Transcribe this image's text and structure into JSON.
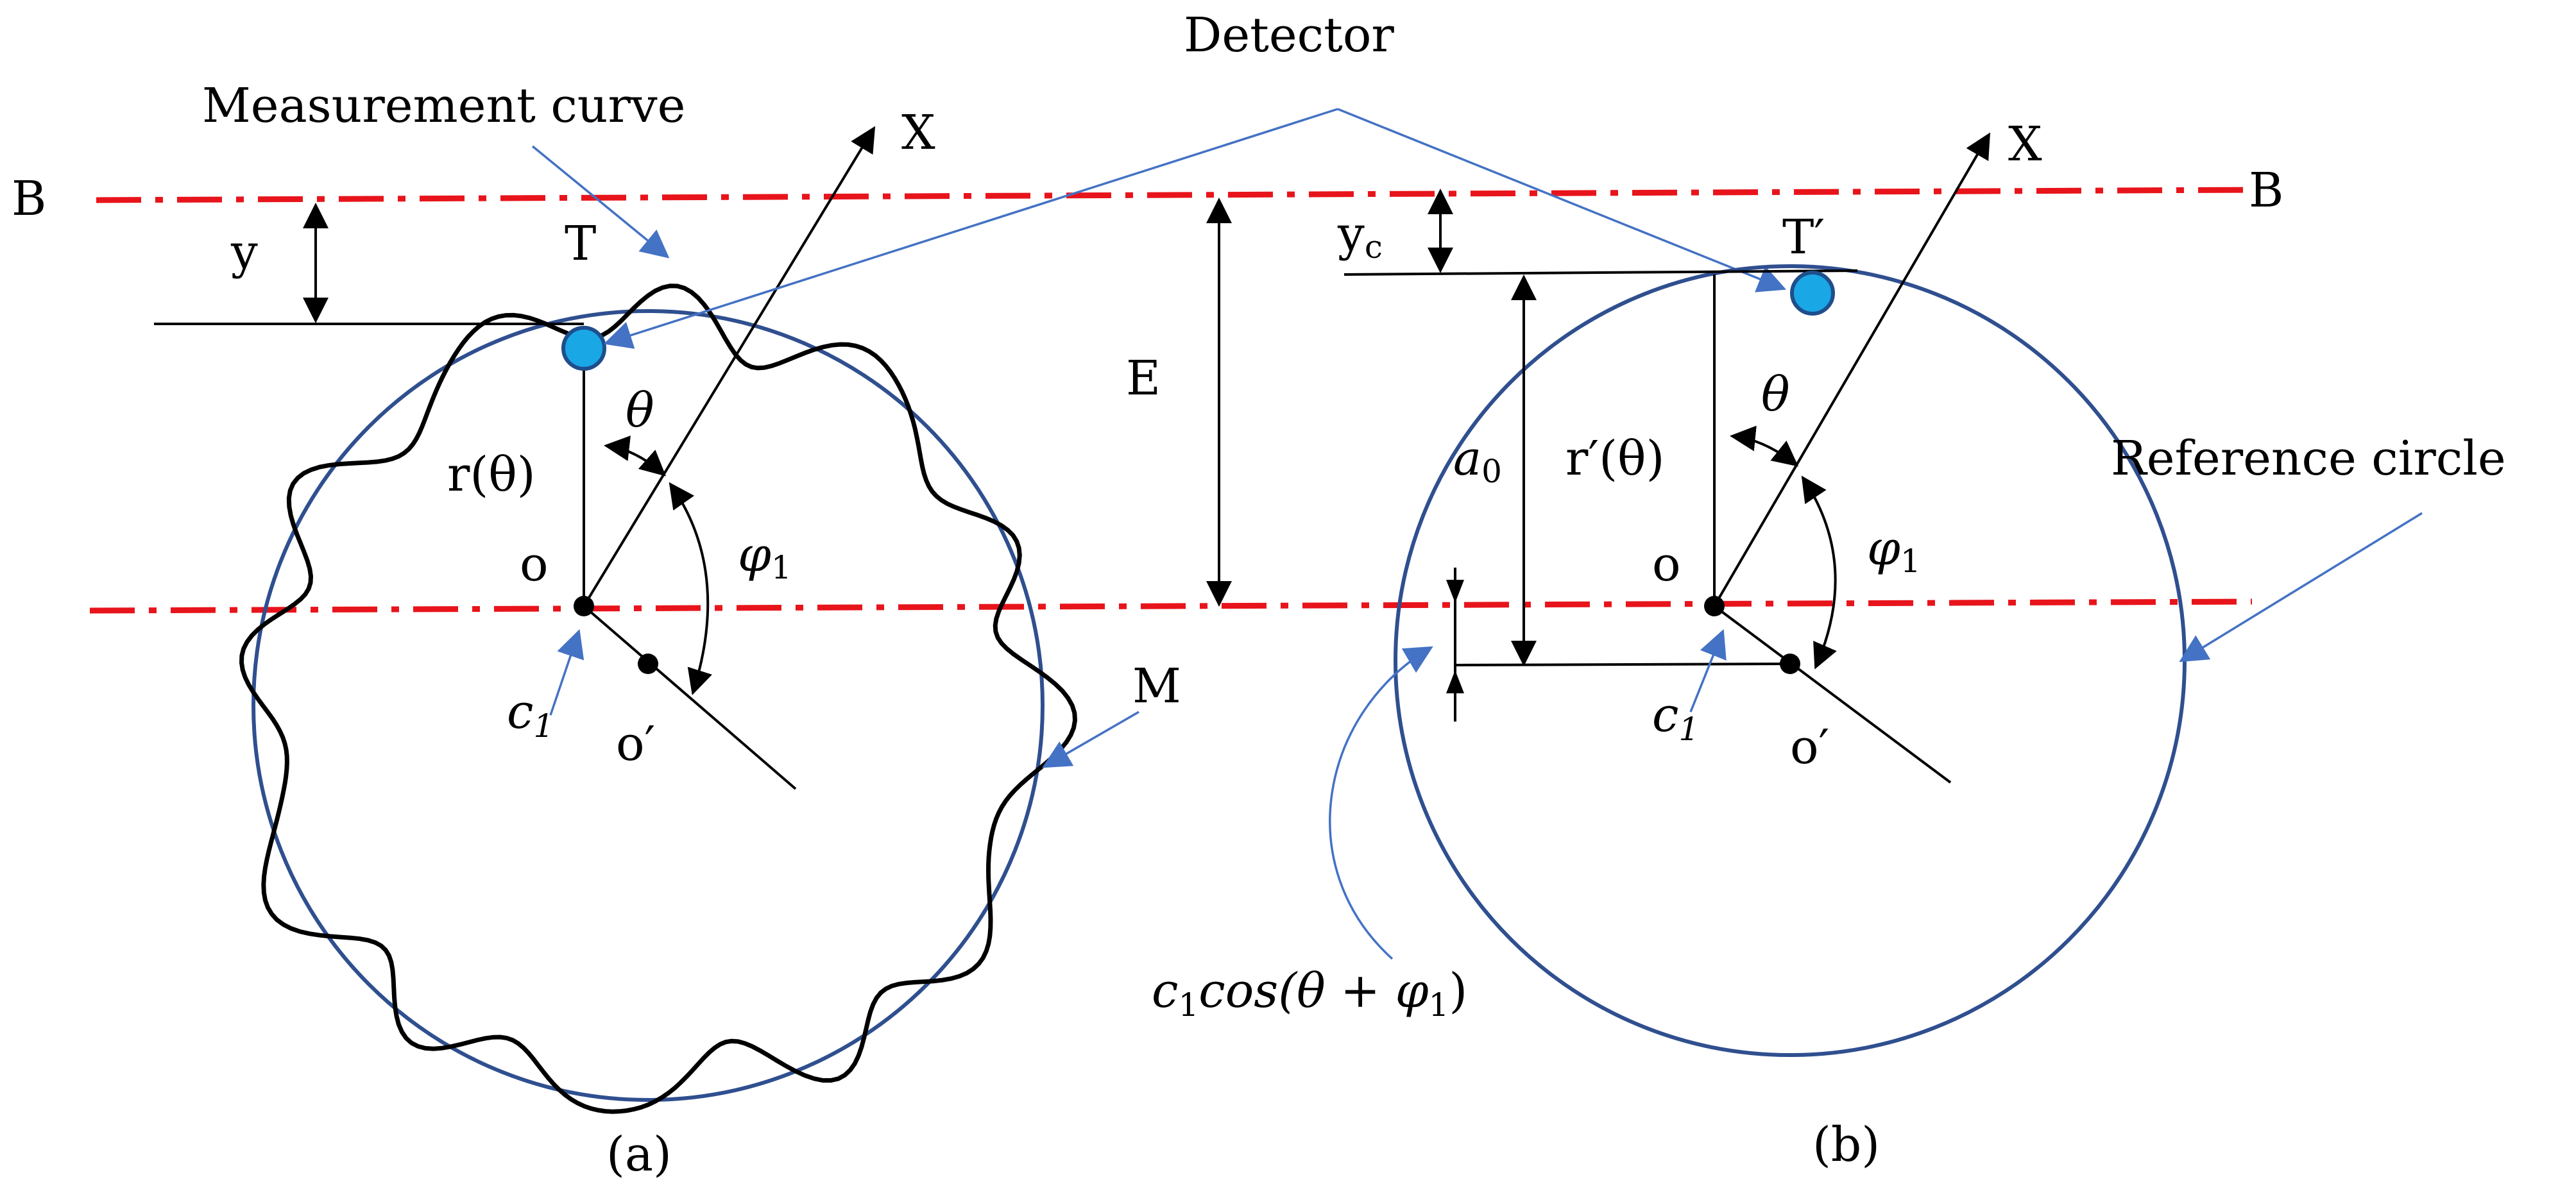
{
  "labels": {
    "detector": "Detector",
    "measurement_curve": "Measurement curve",
    "reference_circle": "Reference circle",
    "b_left": "B",
    "b_right": "B",
    "x_a": "X",
    "x_b": "X",
    "y": "y",
    "yc_main": "y",
    "yc_sub": "c",
    "t": "T",
    "t_prime": "T′",
    "e": "E",
    "theta_a": "θ",
    "theta_b": "θ",
    "r_theta": "r(θ)",
    "r_prime_theta": "r′(θ)",
    "phi_a_main": "φ",
    "phi_a_sub": "1",
    "phi_b_main": "φ",
    "phi_b_sub": "1",
    "o_a": "o",
    "o_b": "o",
    "o_prime_a": "o′",
    "o_prime_b": "o′",
    "c1_a_main": "c",
    "c1_a_sub": "1",
    "c1_b_main": "c",
    "c1_b_sub": "1",
    "m": "M",
    "a0_main": "a",
    "a0_sub": "0",
    "formula_c": "c",
    "formula_c_sub": "1",
    "formula_rest": "cos(θ + φ",
    "formula_phi_sub": "1",
    "formula_close": ")",
    "caption_a": "(a)",
    "caption_b": "(b)"
  },
  "colors": {
    "baseline": "#e8141b",
    "arrow_blue": "#4472c4",
    "reference_circle": "#2f4f8f",
    "detector_ball": "#1aa7e6"
  }
}
